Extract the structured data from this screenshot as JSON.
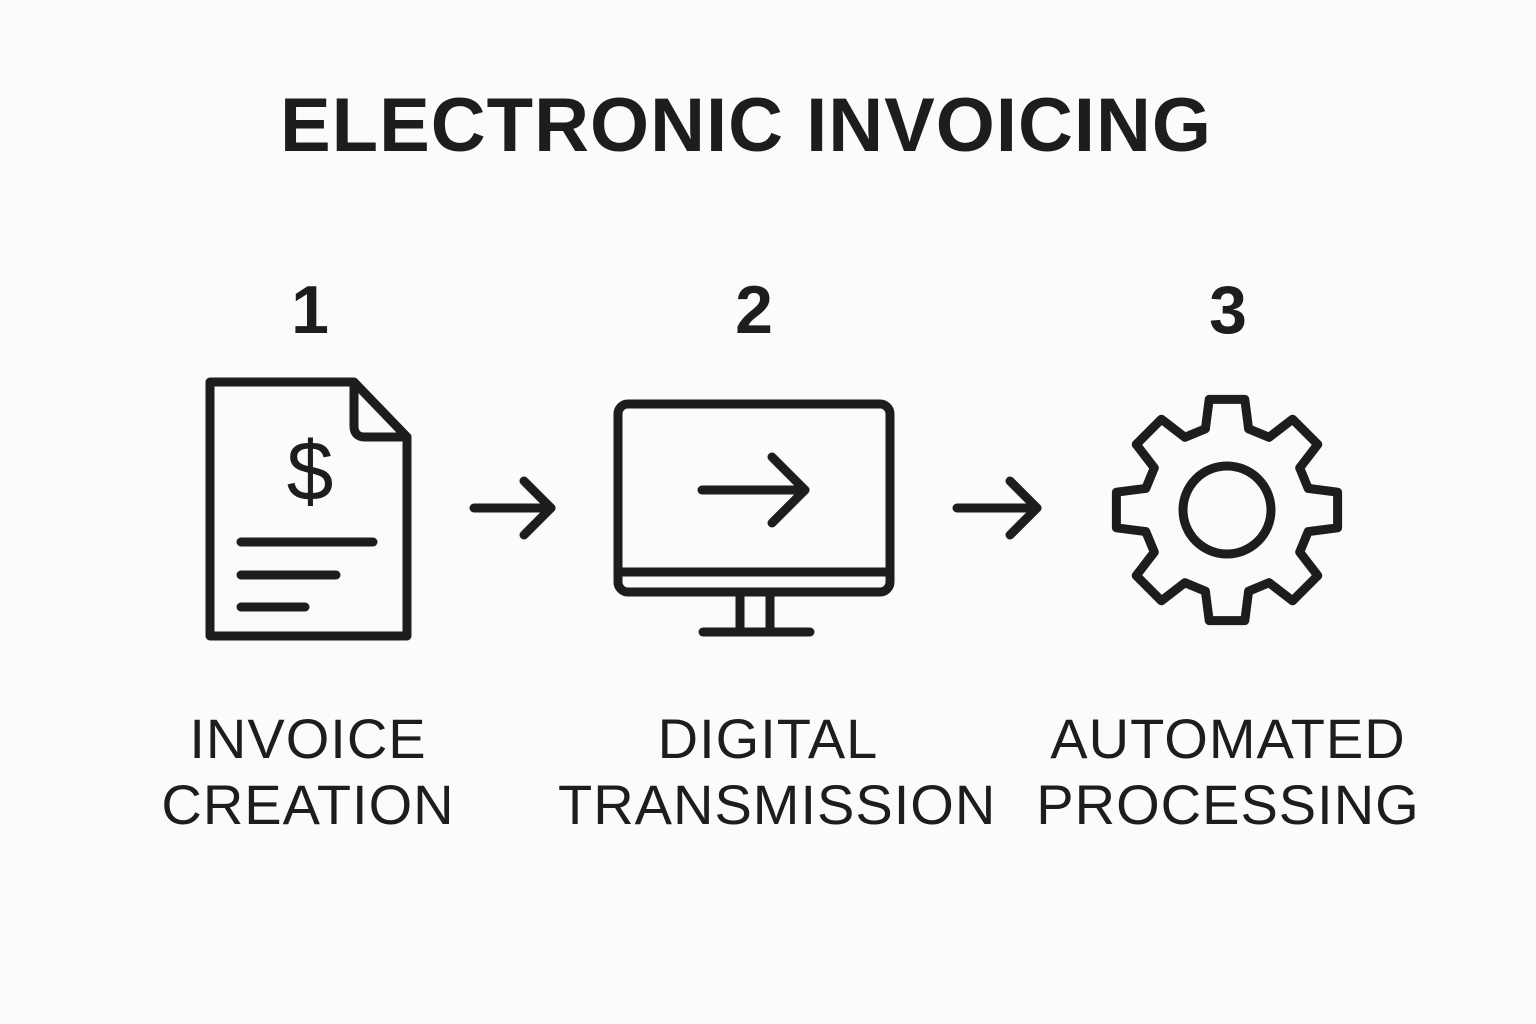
{
  "title": "ELECTRONIC INVOICING",
  "colors": {
    "ink": "#1c1d1f",
    "background": "#fbfbf9"
  },
  "steps": [
    {
      "number": "1",
      "icon": "invoice-document-dollar-icon",
      "label_line1": "INVOICE",
      "label_line2": "CREATION"
    },
    {
      "number": "2",
      "icon": "monitor-arrow-icon",
      "label_line1": "DIGITAL",
      "label_line2": "TRANSMISSION"
    },
    {
      "number": "3",
      "icon": "gear-icon",
      "label_line1": "AUTOMATED",
      "label_line2": "PROCESSING"
    }
  ],
  "connectors": [
    "arrow-right-icon",
    "arrow-right-icon"
  ],
  "invoice_symbol": "$"
}
